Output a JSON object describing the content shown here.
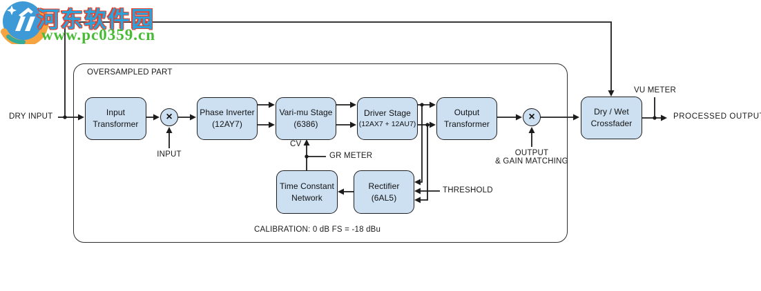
{
  "watermark": {
    "site_name": "河东软件园",
    "site_url": "www.pc0359.cn"
  },
  "diagram": {
    "container_label": "OVERSAMPLED PART",
    "calibration": "CALIBRATION: 0 dB FS = -18 dBu",
    "multiply_symbol": "×",
    "blocks": [
      {
        "id": "input-transformer",
        "line1": "Input",
        "line2": "Transformer"
      },
      {
        "id": "phase-inverter",
        "line1": "Phase Inverter",
        "line2": "(12AY7)"
      },
      {
        "id": "vari-mu-stage",
        "line1": "Vari-mu Stage",
        "line2": "(6386)"
      },
      {
        "id": "driver-stage",
        "line1": "Driver Stage",
        "line2": "(12AX7 + 12AU7)"
      },
      {
        "id": "output-transformer",
        "line1": "Output",
        "line2": "Transformer"
      },
      {
        "id": "dry-wet-crossfader",
        "line1": "Dry / Wet",
        "line2": "Crossfader"
      },
      {
        "id": "time-constant-network",
        "line1": "Time Constant",
        "line2": "Network"
      },
      {
        "id": "rectifier",
        "line1": "Rectifier",
        "line2": "(6AL5)"
      }
    ],
    "labels": {
      "dry_input": "DRY INPUT",
      "input": "INPUT",
      "cv": "CV",
      "gr_meter": "GR METER",
      "threshold": "THRESHOLD",
      "output_gain_line1": "OUTPUT",
      "output_gain_line2": "& GAIN MATCHING",
      "vu_meter": "VU METER",
      "processed_output": "PROCESSED OUTPUT"
    },
    "colors": {
      "block_fill": "#cde0f2",
      "block_border": "#1c1c1c",
      "line": "#1c1c1c",
      "watermark_blue": "#29a3dc",
      "watermark_red": "#e8402a",
      "watermark_green": "#47bb33",
      "logo_blue": "#3d9ad6",
      "logo_orange": "#f6a440"
    }
  }
}
